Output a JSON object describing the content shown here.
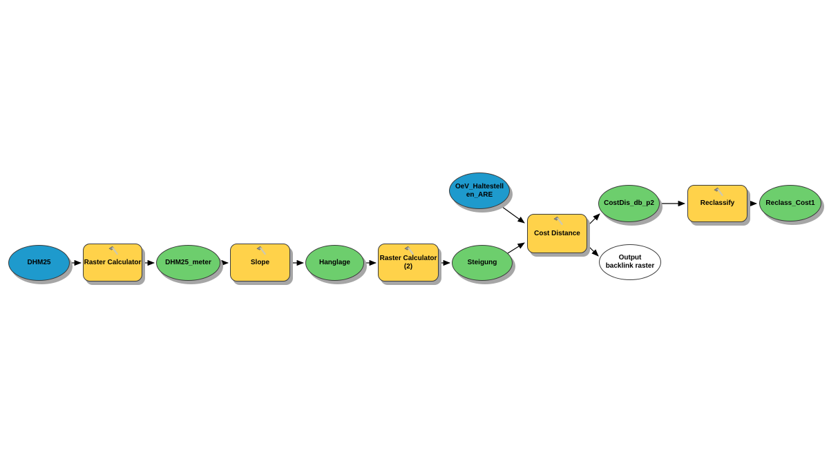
{
  "diagram": {
    "application": "ModelBuilder flow diagram",
    "nodes": [
      {
        "id": "dhm25",
        "label": "DHM25",
        "type": "input-data"
      },
      {
        "id": "raster-calculator",
        "label": "Raster Calculator",
        "type": "tool"
      },
      {
        "id": "dhm25-meter",
        "label": "DHM25_meter",
        "type": "derived-data"
      },
      {
        "id": "slope",
        "label": "Slope",
        "type": "tool"
      },
      {
        "id": "hanglage",
        "label": "Hanglage",
        "type": "derived-data"
      },
      {
        "id": "raster-calculator-2",
        "label": "Raster Calculator\n(2)",
        "type": "tool"
      },
      {
        "id": "steigung",
        "label": "Steigung",
        "type": "derived-data"
      },
      {
        "id": "oev-haltestellen-are",
        "label": "OeV_Haltestell\nen_ARE",
        "type": "input-data"
      },
      {
        "id": "cost-distance",
        "label": "Cost Distance",
        "type": "tool"
      },
      {
        "id": "costdis-db-p2",
        "label": "CostDis_db_p2",
        "type": "derived-data"
      },
      {
        "id": "output-backlink-raster",
        "label": "Output\nbacklink raster",
        "type": "unused-output"
      },
      {
        "id": "reclassify",
        "label": "Reclassify",
        "type": "tool"
      },
      {
        "id": "reclass-cost1",
        "label": "Reclass_Cost1",
        "type": "derived-data"
      }
    ],
    "edges": [
      {
        "from": "dhm25",
        "to": "raster-calculator"
      },
      {
        "from": "raster-calculator",
        "to": "dhm25-meter"
      },
      {
        "from": "dhm25-meter",
        "to": "slope"
      },
      {
        "from": "slope",
        "to": "hanglage"
      },
      {
        "from": "hanglage",
        "to": "raster-calculator-2"
      },
      {
        "from": "raster-calculator-2",
        "to": "steigung"
      },
      {
        "from": "steigung",
        "to": "cost-distance"
      },
      {
        "from": "oev-haltestellen-are",
        "to": "cost-distance"
      },
      {
        "from": "cost-distance",
        "to": "costdis-db-p2"
      },
      {
        "from": "cost-distance",
        "to": "output-backlink-raster"
      },
      {
        "from": "costdis-db-p2",
        "to": "reclassify"
      },
      {
        "from": "reclassify",
        "to": "reclass-cost1"
      }
    ],
    "colors": {
      "input_fill": "#1E9ACD",
      "tool_fill": "#FFD24A",
      "derived_fill": "#6DCE6D",
      "output_fill": "#FFFFFF",
      "shadow": "#A6A6A6",
      "border": "#3A3A3A",
      "arrow": "#000000"
    }
  }
}
